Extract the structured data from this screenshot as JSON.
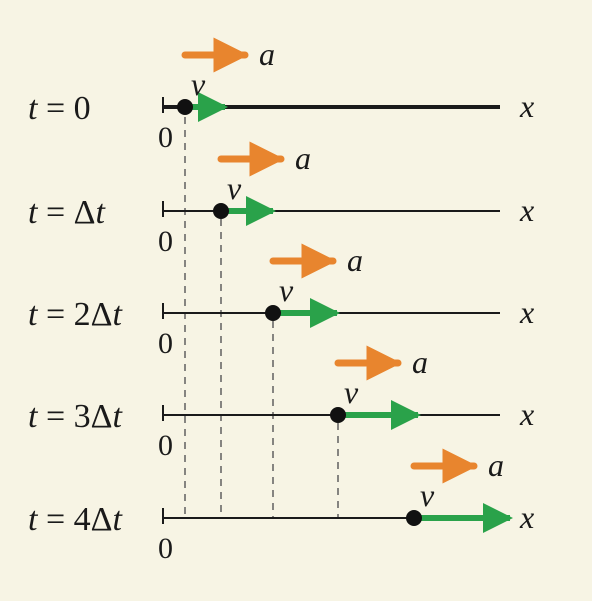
{
  "figure": {
    "background": "#f7f4e4",
    "colors": {
      "axis": "#1a1a1a",
      "guide": "#555555",
      "velocity_arrow": "#2aa24a",
      "acceleration_arrow": "#e8852e",
      "particle": "#111111"
    },
    "axis_label": "x",
    "origin_label": "0",
    "velocity_label": "v",
    "acceleration_label": "a",
    "frames": [
      {
        "time_label": "t = 0",
        "position_index": 0,
        "velocity_length": 1.0
      },
      {
        "time_label": "t = Δt",
        "position_index": 1,
        "velocity_length": 1.3
      },
      {
        "time_label": "t = 2Δt",
        "position_index": 2,
        "velocity_length": 1.6
      },
      {
        "time_label": "t = 3Δt",
        "position_index": 3,
        "velocity_length": 2.0
      },
      {
        "time_label": "t = 4Δt",
        "position_index": 4,
        "velocity_length": 2.4
      }
    ]
  }
}
